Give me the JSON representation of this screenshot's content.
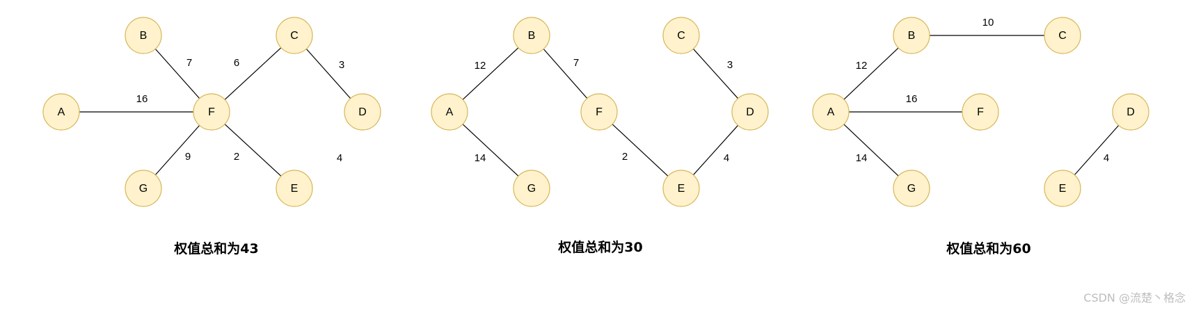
{
  "colors": {
    "node_fill": "#fff2cc",
    "node_stroke": "#d6b656",
    "edge": "#000000",
    "watermark": "#bdbdbd"
  },
  "graphs": [
    {
      "caption": "权值总和为43",
      "nodes": [
        "A",
        "B",
        "C",
        "D",
        "E",
        "F",
        "G"
      ],
      "edges": [
        {
          "from": "B",
          "to": "F",
          "weight": "7"
        },
        {
          "from": "C",
          "to": "F",
          "weight": "6"
        },
        {
          "from": "C",
          "to": "D",
          "weight": "3"
        },
        {
          "from": "A",
          "to": "F",
          "weight": "16"
        },
        {
          "from": "G",
          "to": "F",
          "weight": "9"
        },
        {
          "from": "F",
          "to": "E",
          "weight": "2"
        },
        {
          "from": "",
          "to": "",
          "weight": "4"
        }
      ]
    },
    {
      "caption": "权值总和为30",
      "nodes": [
        "A",
        "B",
        "C",
        "D",
        "E",
        "F",
        "G"
      ],
      "edges": [
        {
          "from": "A",
          "to": "B",
          "weight": "12"
        },
        {
          "from": "B",
          "to": "F",
          "weight": "7"
        },
        {
          "from": "C",
          "to": "D",
          "weight": "3"
        },
        {
          "from": "A",
          "to": "G",
          "weight": "14"
        },
        {
          "from": "F",
          "to": "E",
          "weight": "2"
        },
        {
          "from": "E",
          "to": "D",
          "weight": "4"
        }
      ]
    },
    {
      "caption": "权值总和为60",
      "nodes": [
        "A",
        "B",
        "C",
        "D",
        "E",
        "F",
        "G"
      ],
      "edges": [
        {
          "from": "B",
          "to": "C",
          "weight": "10"
        },
        {
          "from": "A",
          "to": "B",
          "weight": "12"
        },
        {
          "from": "A",
          "to": "F",
          "weight": "16"
        },
        {
          "from": "A",
          "to": "G",
          "weight": "14"
        },
        {
          "from": "D",
          "to": "E",
          "weight": "4"
        }
      ]
    }
  ],
  "watermark": "CSDN @流楚丶格念"
}
